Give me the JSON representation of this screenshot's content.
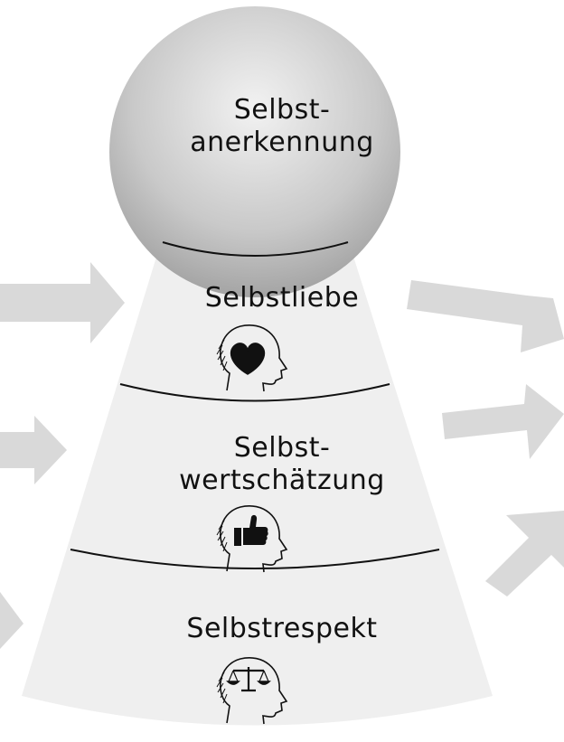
{
  "top": {
    "label": "Selbst-\nanerkennung"
  },
  "levels": [
    {
      "label": "Selbstliebe",
      "icon": "head-heart-icon"
    },
    {
      "label": "Selbst-\nwertschätzung",
      "icon": "head-thumbs-up-icon"
    },
    {
      "label": "Selbstrespekt",
      "icon": "head-scales-icon"
    }
  ],
  "colors": {
    "arrow": "#d9d9d9",
    "cone": "#efefef",
    "sphere_light": "#f2f2f2",
    "sphere_dark": "#9c9c9c",
    "line": "#111111"
  }
}
